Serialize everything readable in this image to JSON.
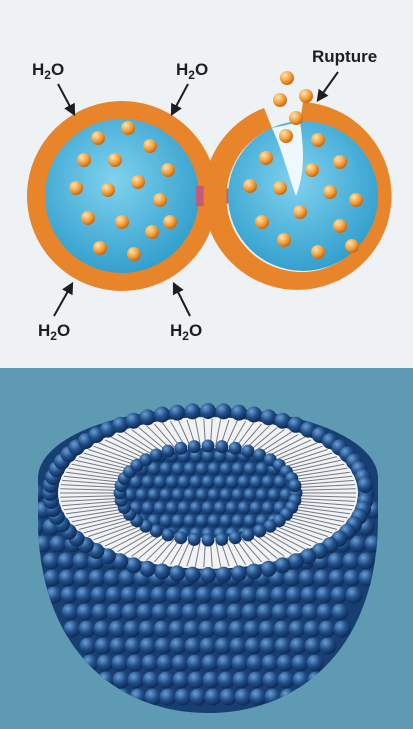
{
  "top_panel": {
    "water_label_top_left": "H2O",
    "water_label_top_right": "H2O",
    "water_label_bottom_left": "H2O",
    "water_label_bottom_right": "H2O",
    "rupture_label": "Rupture",
    "colors": {
      "background": "#eef2f5",
      "membrane": "#e8852a",
      "interior": "#4db8e0",
      "particle": "#f09a38",
      "arrow": "#c45a7a"
    }
  },
  "bottom_panel": {
    "colors": {
      "background": "#5e9bb3",
      "head_group": "#1f4f8a",
      "tails": "#f2f2f2"
    }
  }
}
